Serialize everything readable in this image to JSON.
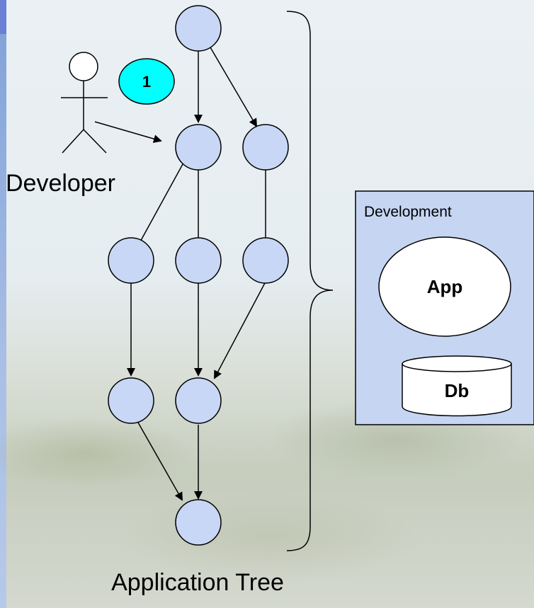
{
  "diagram": {
    "developer_label": "Developer",
    "step_badge": "1",
    "tree_label": "Application Tree",
    "environment": {
      "title": "Development",
      "app_label": "App",
      "db_label": "Db"
    }
  },
  "colors": {
    "node_fill": "#c8d7f5",
    "badge_fill": "#00ffff",
    "environment_fill": "#c6d5f2"
  }
}
